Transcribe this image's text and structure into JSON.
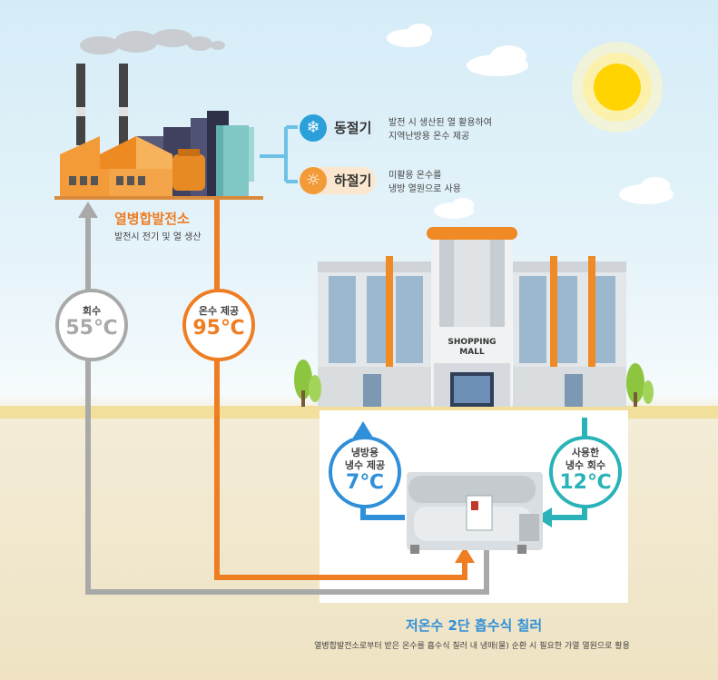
{
  "plant": {
    "name": "열병합발전소",
    "desc": "발전시 전기 및 열 생산"
  },
  "seasons": {
    "winter": {
      "label": "동절기",
      "icon": "snowflake-icon",
      "color": "#2b9fd9",
      "desc_line1": "발전 시 생산된 열 활용하여",
      "desc_line2": "지역난방용 온수 제공"
    },
    "summer": {
      "label": "하절기",
      "icon": "sun-icon",
      "color": "#f29b38",
      "desc_line1": "미활용 온수를",
      "desc_line2": "냉방 열원으로 사용"
    }
  },
  "flows": {
    "return_hot": {
      "label": "회수",
      "temp": "55℃",
      "color": "#a9a9a9"
    },
    "supply_hot": {
      "label": "온수 제공",
      "temp": "95℃",
      "color": "#ef7d22"
    },
    "supply_cold": {
      "label_line1": "냉방용",
      "label_line2": "냉수 제공",
      "temp": "7℃",
      "color": "#2f8fd8"
    },
    "return_cold": {
      "label_line1": "사용한",
      "label_line2": "냉수 회수",
      "temp": "12℃",
      "color": "#29b3b8"
    }
  },
  "mall": {
    "sign_line1": "SHOPPING",
    "sign_line2": "MALL"
  },
  "chiller": {
    "title": "저온수 2단 흡수식 칠러",
    "desc": "열병합발전소로부터 받은 온수를 흡수식 칠러 내 냉매(물) 순환 시 필요한 가열 열원으로 활용"
  }
}
